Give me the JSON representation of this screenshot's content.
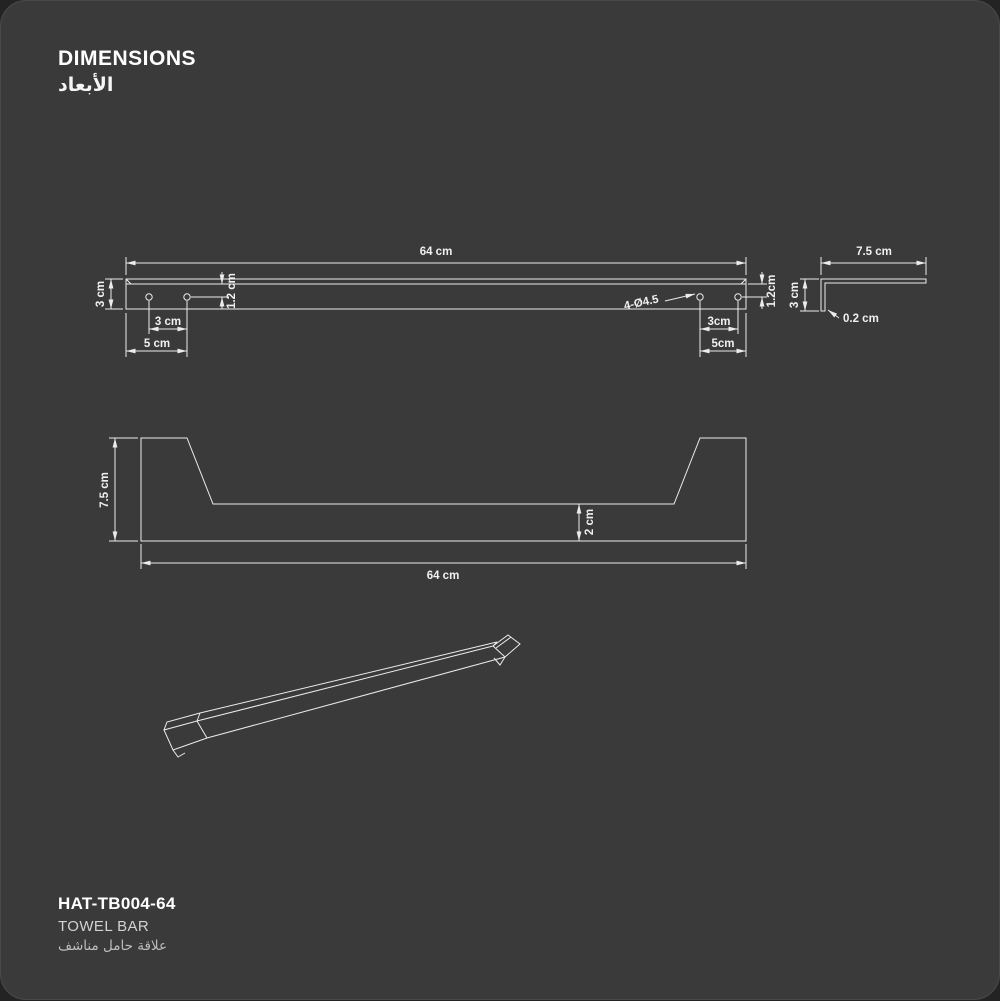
{
  "theme": {
    "background": "#3a3a3a",
    "line_color": "#ececec",
    "text_color": "#ffffff"
  },
  "header": {
    "title": "DIMENSIONS",
    "title_ar": "الأبعاد"
  },
  "drawings": {
    "top_view": {
      "length": "64 cm",
      "plate_height": "3 cm",
      "holes_note": "4-Ø4.5",
      "left": {
        "hole_spacing": "3 cm",
        "hole_edge_distance": "5 cm",
        "hole_vertical_offset": "1.2 cm"
      },
      "right": {
        "hole_spacing": "3cm",
        "hole_edge_distance": "5cm",
        "hole_vertical_offset": "1.2cm"
      }
    },
    "side_profile": {
      "depth": "7.5 cm",
      "lip_height": "3 cm",
      "material_thickness": "0.2 cm"
    },
    "front_view": {
      "end_plate_height": "7.5 cm",
      "bar_face_height": "2 cm",
      "length": "64 cm"
    }
  },
  "footer": {
    "sku": "HAT-TB004-64",
    "product_name": "TOWEL BAR",
    "product_name_ar": "علاقة حامل مناشف"
  }
}
